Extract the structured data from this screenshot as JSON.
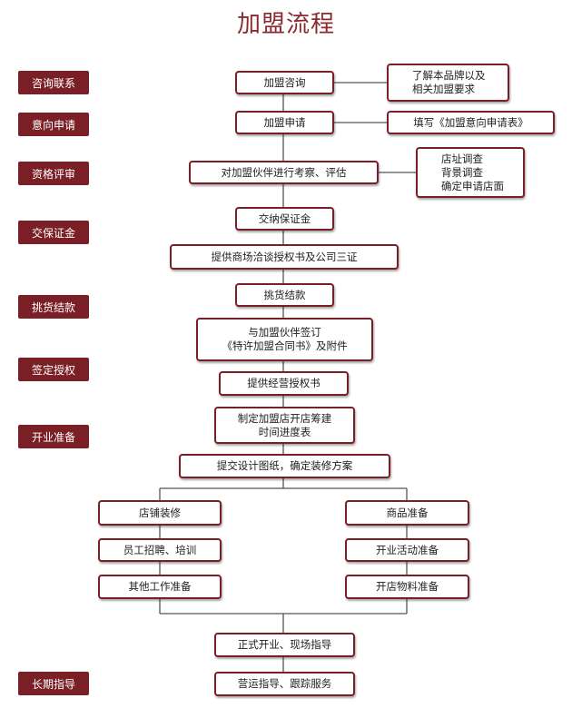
{
  "title": "加盟流程",
  "stages": [
    "咨询联系",
    "意向申请",
    "资格评审",
    "交保证金",
    "挑货结款",
    "签定授权",
    "开业准备",
    "长期指导"
  ],
  "steps": {
    "consult": "加盟咨询",
    "consult_note": "了解本品牌以及\n相关加盟要求",
    "apply": "加盟申请",
    "apply_note": "填写《加盟意向申请表》",
    "review": "对加盟伙伴进行考察、评估",
    "review_note": "店址调查\n背景调查\n确定申请店面",
    "deposit": "交纳保证金",
    "auth_docs": "提供商场洽谈授权书及公司三证",
    "pick_goods": "挑货结款",
    "sign": "与加盟伙伴签订\n《特许加盟合同书》及附件",
    "license": "提供经营授权书",
    "schedule": "制定加盟店开店筹建\n时间进度表",
    "design": "提交设计图纸，确定装修方案",
    "left_col": [
      "店铺装修",
      "员工招聘、培训",
      "其他工作准备"
    ],
    "right_col": [
      "商品准备",
      "开业活动准备",
      "开店物料准备"
    ],
    "opening": "正式开业、现场指导",
    "guidance": "营运指导、跟踪服务"
  },
  "colors": {
    "accent": "#7a1f25",
    "title": "#8b2a2e"
  }
}
